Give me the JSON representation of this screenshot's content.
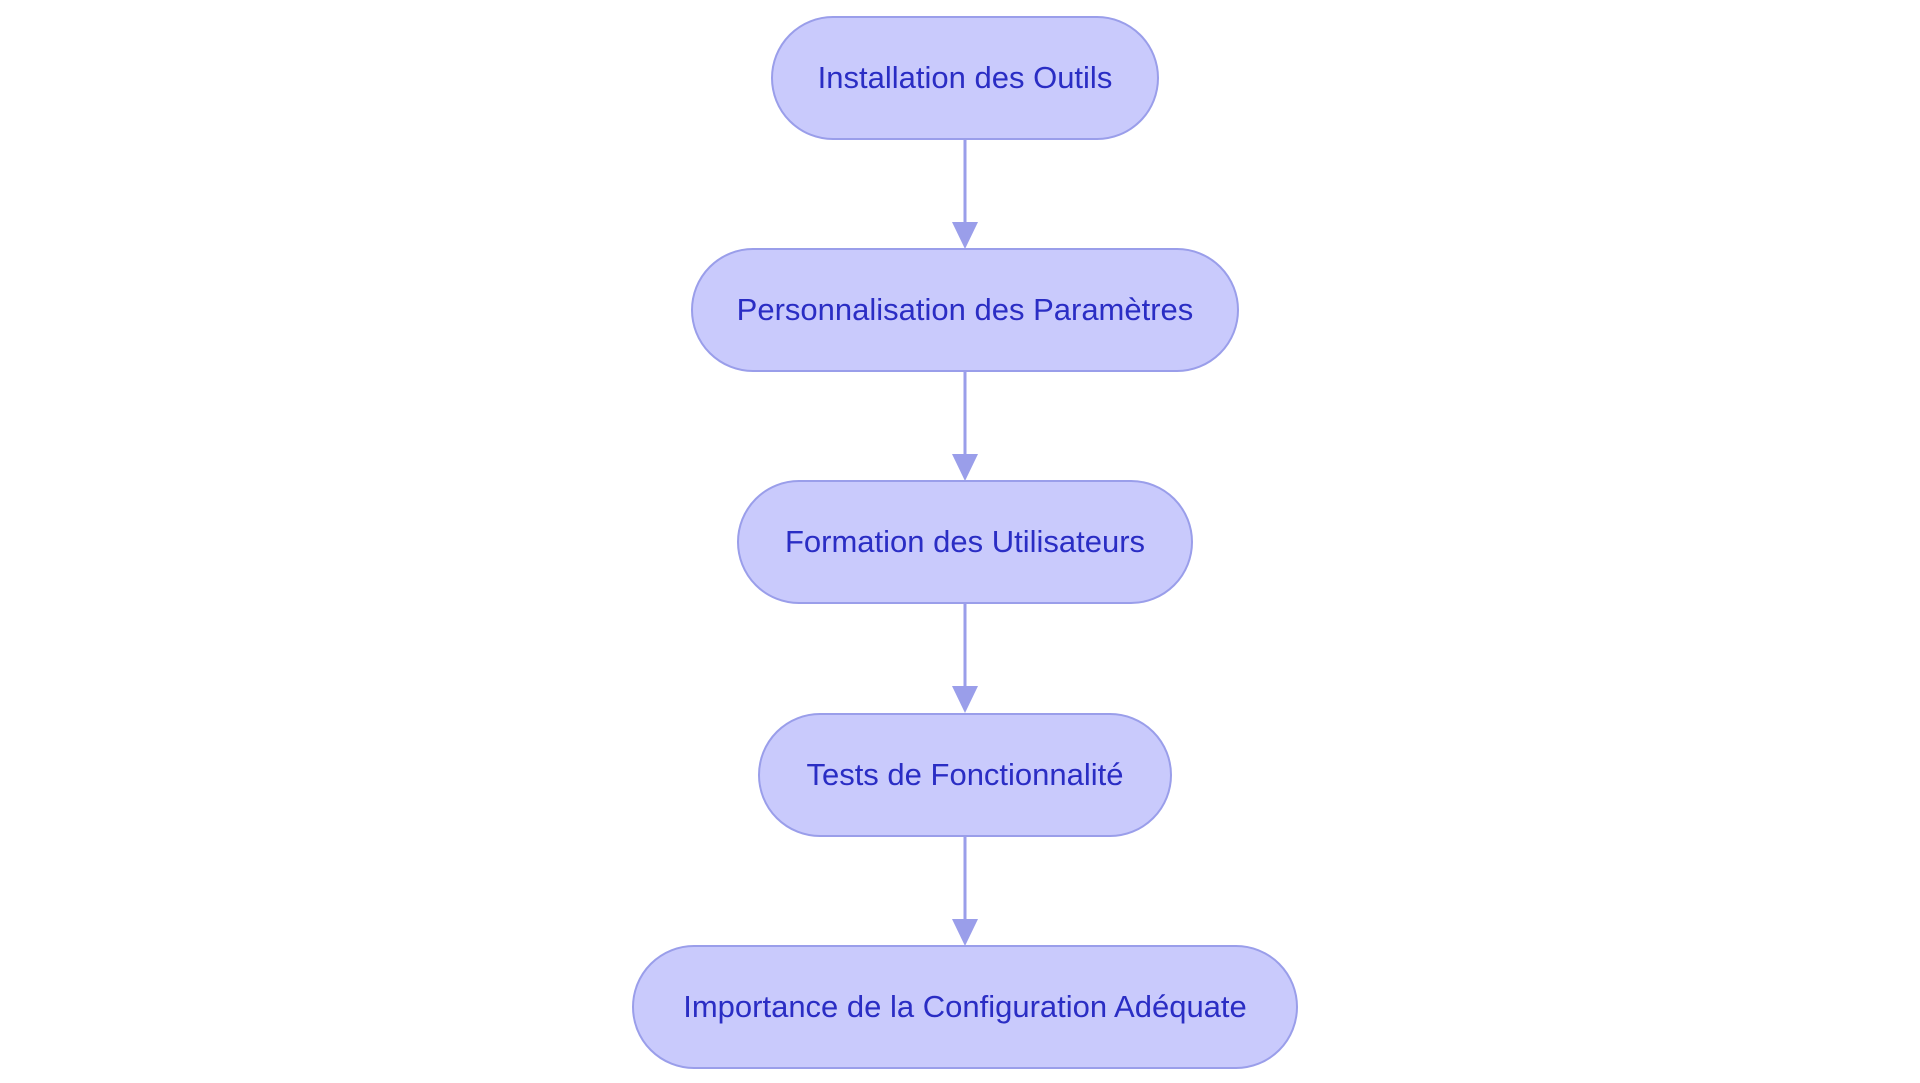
{
  "colors": {
    "node_fill": "#c9cafc",
    "node_border": "#9a9eea",
    "node_text": "#2a2dc4",
    "edge": "#9a9eea",
    "background": "#ffffff"
  },
  "flowchart": {
    "direction": "top-to-bottom",
    "nodes": [
      {
        "id": "installation",
        "label": "Installation des Outils"
      },
      {
        "id": "personnalisation",
        "label": "Personnalisation des Paramètres"
      },
      {
        "id": "formation",
        "label": "Formation des Utilisateurs"
      },
      {
        "id": "tests",
        "label": "Tests de Fonctionnalité"
      },
      {
        "id": "importance",
        "label": "Importance de la Configuration Adéquate"
      }
    ],
    "edges": [
      {
        "from": "installation",
        "to": "personnalisation"
      },
      {
        "from": "personnalisation",
        "to": "formation"
      },
      {
        "from": "formation",
        "to": "tests"
      },
      {
        "from": "tests",
        "to": "importance"
      }
    ]
  }
}
